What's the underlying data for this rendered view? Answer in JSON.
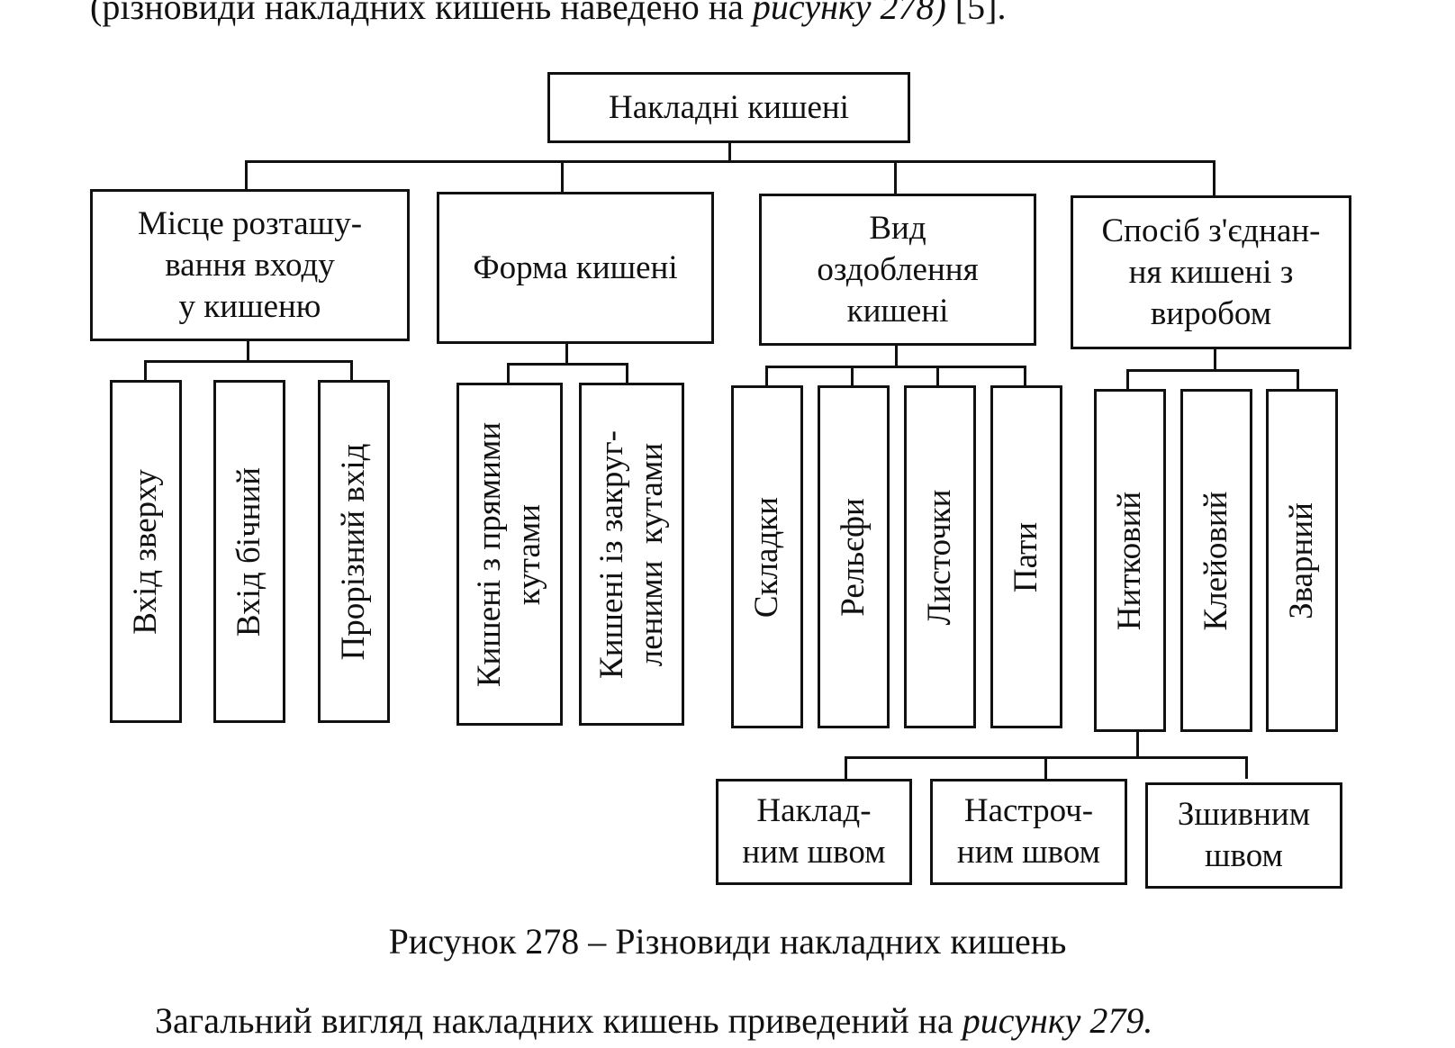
{
  "top_text": {
    "before": "(різновиди накладних кишень наведено на ",
    "italic": "рисунку 278)",
    "after": " [5]."
  },
  "root": "Накладні кишені",
  "categories": [
    "Місце розташу-\nвання входу\nу кишеню",
    "Форма кишені",
    "Вид\nоздоблення\nкишені",
    "Спосіб з'єднан-\nня кишені з\nвиробом"
  ],
  "entry_items": [
    "Вхід зверху",
    "Вхід бічний",
    "Прорізний вхід"
  ],
  "shape_items": [
    "Кишені з прямими\nкутами",
    "Кишені із закруг-\nленими  кутами"
  ],
  "decor_items": [
    "Складки",
    "Рельєфи",
    "Листочки",
    "Пати"
  ],
  "join_items": [
    "Нитковий",
    "Клейовий",
    "Зварний"
  ],
  "seam_items": [
    "Наклад-\nним швом",
    "Настроч-\nним швом",
    "Зшивним\nшвом"
  ],
  "caption": "Рисунок 278 – Різновиди накладних кишень",
  "bottom_text": {
    "before": "Загальний вигляд накладних кишень приведений на ",
    "italic": "рисунку 279."
  }
}
